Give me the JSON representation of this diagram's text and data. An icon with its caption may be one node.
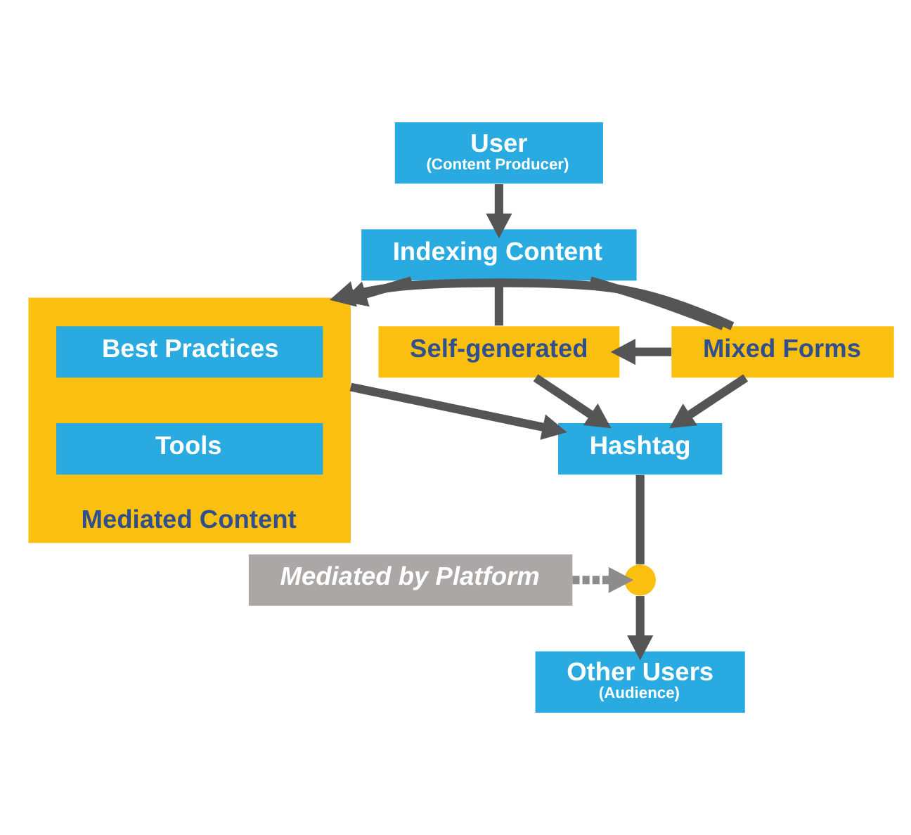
{
  "diagram": {
    "nodes": [
      {
        "text": [
          "User",
          "(Content Producer)"
        ]
      },
      {
        "text": [
          "Indexing Content"
        ]
      },
      {
        "text": [
          "Mediated Content"
        ]
      },
      {
        "text": [
          "Best Practices"
        ],
        "in": 2
      },
      {
        "text": [
          "Tools"
        ],
        "in": 2
      },
      {
        "text": [
          "Self-generated"
        ]
      },
      {
        "text": [
          "Mixed Forms"
        ]
      },
      {
        "text": [
          "Hashtag"
        ]
      },
      {
        "text": [],
        "shape": "circle"
      },
      {
        "text": [
          "Mediated by Platform"
        ]
      },
      {
        "text": [
          "Other Users",
          "(Audience)"
        ]
      }
    ],
    "edges": [
      {
        "from": 0,
        "to": 1,
        "arrow": "to"
      },
      {
        "from": 1,
        "to": 2,
        "arrow": "to"
      },
      {
        "from": 1,
        "to": 5,
        "arrow": "none"
      },
      {
        "from": 5,
        "to": 7,
        "arrow": "to"
      },
      {
        "from": 1,
        "to": 6,
        "arrow": "none"
      },
      {
        "from": 6,
        "to": 7,
        "arrow": "to"
      },
      {
        "from": 6,
        "to": 5,
        "arrow": "to"
      },
      {
        "from": 6,
        "to": 2,
        "arrow": "to"
      },
      {
        "from": 2,
        "to": 7,
        "arrow": "to"
      },
      {
        "from": 7,
        "to": 8,
        "arrow": "none"
      },
      {
        "from": 9,
        "to": 8,
        "arrow": "to",
        "style": "dashed",
        "color": "#8c8c8c"
      },
      {
        "from": 8,
        "to": 10,
        "arrow": "to"
      }
    ]
  }
}
